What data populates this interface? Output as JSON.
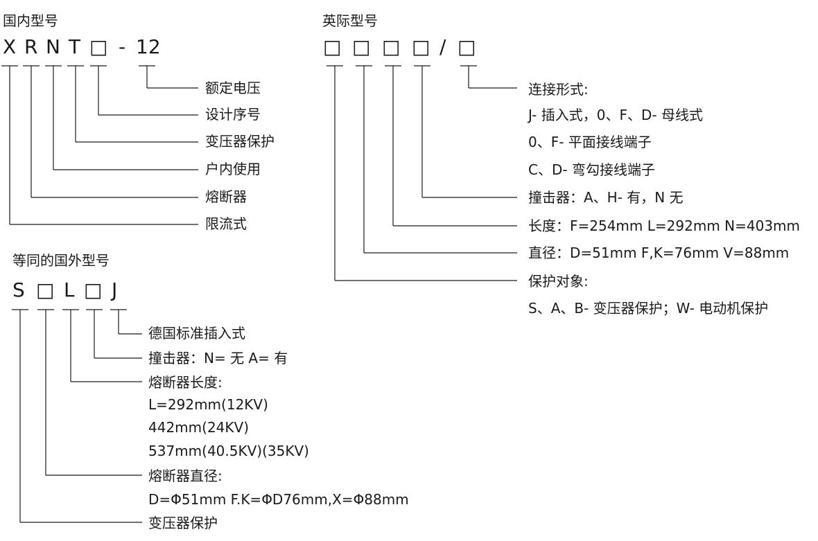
{
  "domestic": {
    "title": "国内型号",
    "code": [
      "X",
      "R",
      "N",
      "T",
      "□",
      "-",
      "12"
    ],
    "labels": [
      "额定电压",
      "设计序号",
      "变压器保护",
      "户内使用",
      "熔断器",
      "限流式"
    ]
  },
  "international": {
    "title": "英际型号",
    "code": [
      "□",
      "□",
      "□",
      "□",
      "/",
      "□"
    ],
    "labels": {
      "connection": "连接形式:",
      "connection_1": "J- 插入式，0、F、D- 母线式",
      "connection_2": "0、F- 平面接线端子",
      "connection_3": "C、D- 弯勾接线端子",
      "striker": "撞击器：A、H- 有，N 无",
      "length": "长度：F=254mm L=292mm N=403mm",
      "diameter": "直径：D=51mm F,K=76mm V=88mm",
      "protect": "保护对象:",
      "protect_1": "S、A、B- 变压器保护；W- 电动机保护"
    }
  },
  "foreign": {
    "title": "等同的国外型号",
    "code": [
      "S",
      "□",
      "L",
      "□",
      "J"
    ],
    "labels": {
      "din": "德国标准插入式",
      "striker": "撞击器：N= 无 A= 有",
      "length": "熔断器长度:",
      "length_1": "L=292mm(12KV)",
      "length_2": "442mm(24KV)",
      "length_3": "537mm(40.5KV)(35KV)",
      "diameter": "熔断器直径:",
      "diameter_1": "D=Φ51mm F.K=ΦD76mm,X=Φ88mm",
      "protect": "变压器保护"
    }
  }
}
